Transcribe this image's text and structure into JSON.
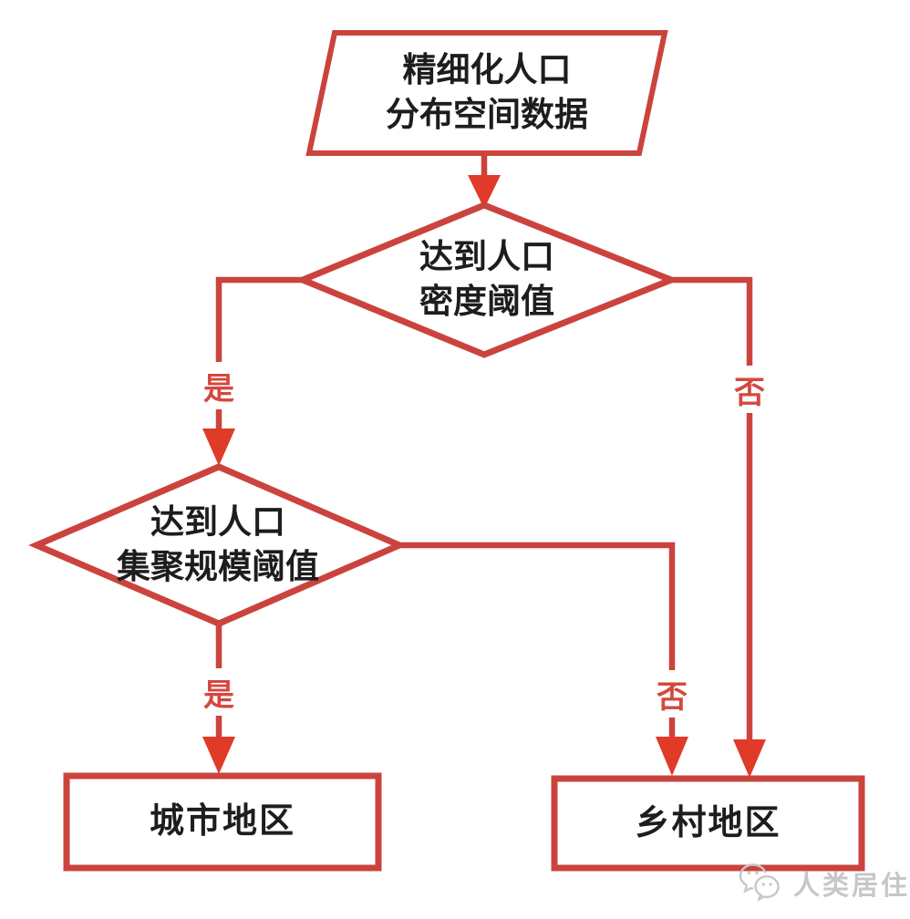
{
  "flowchart": {
    "nodes": {
      "start": {
        "type": "parallelogram",
        "line1": "精细化人口",
        "line2": "分布空间数据"
      },
      "decision1": {
        "type": "diamond",
        "line1": "达到人口",
        "line2": "密度阈值"
      },
      "decision2": {
        "type": "diamond",
        "line1": "达到人口",
        "line2": "集聚规模阈值"
      },
      "urban": {
        "type": "rect",
        "label": "城市地区"
      },
      "rural": {
        "type": "rect",
        "label": "乡村地区"
      }
    },
    "edges": {
      "density_yes": {
        "label": "是"
      },
      "density_no": {
        "label": "否"
      },
      "scale_yes": {
        "label": "是"
      },
      "scale_no": {
        "label": "否"
      }
    }
  },
  "watermark": {
    "text": "人类居住",
    "icon": "wechat-icon"
  },
  "colors": {
    "shape_stroke": "#cb433d",
    "arrow_fill": "#e03a29",
    "node_text": "#1d1d1d",
    "edge_label": "#d5473f",
    "watermark": "#c7c7c7",
    "background": "#ffffff"
  }
}
